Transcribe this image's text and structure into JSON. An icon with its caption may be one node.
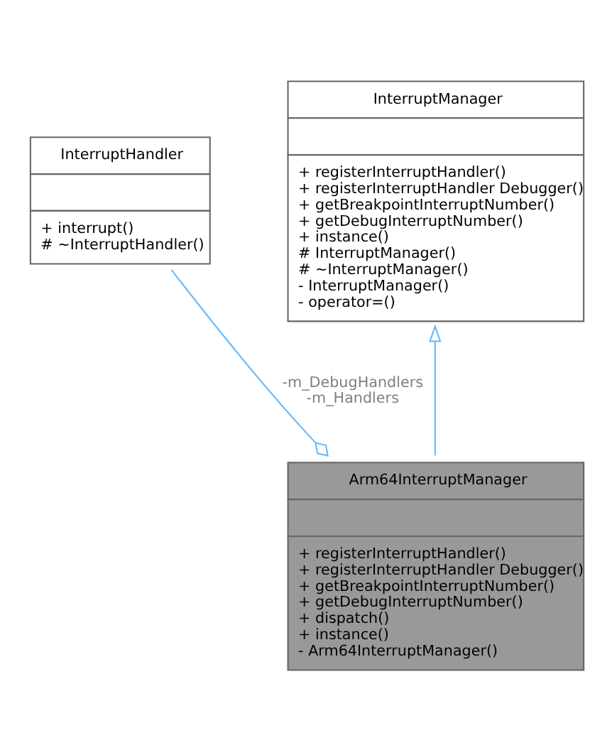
{
  "diagram": {
    "nodes": [
      {
        "text": [
          "InterruptManager",
          "+ registerInterruptHandler()",
          "+ registerInterruptHandler Debugger()",
          "+ getBreakpointInterruptNumber()",
          "+ getDebugInterruptNumber()",
          "+ instance()",
          "# InterruptManager()",
          "# ~InterruptManager()",
          "- InterruptManager()",
          "- operator=()"
        ]
      },
      {
        "text": [
          "InterruptHandler",
          "+ interrupt()",
          "# ~InterruptHandler()"
        ]
      },
      {
        "text": [
          "Arm64InterruptManager",
          "+ registerInterruptHandler()",
          "+ registerInterruptHandler Debugger()",
          "+ getBreakpointInterruptNumber()",
          "+ getDebugInterruptNumber()",
          "+ dispatch()",
          "+ instance()",
          "- Arm64InterruptManager()"
        ]
      }
    ],
    "edges": [
      {
        "from": 2,
        "to": 0,
        "arrow": "to"
      },
      {
        "from": 1,
        "to": 2,
        "arrow": "other",
        "label": "-m_DebugHandlers -m_Handlers"
      }
    ]
  }
}
